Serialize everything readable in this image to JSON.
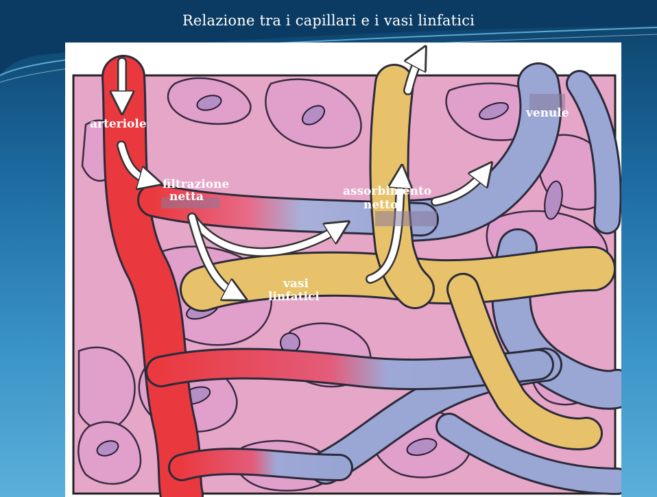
{
  "slide": {
    "title": "Relazione tra i capillari e i vasi linfatici"
  },
  "diagram": {
    "labels": {
      "arterioles": "arteriole",
      "filtration_line1": "filtrazione",
      "filtration_line2": "netta",
      "absorption_line1": "assorbimento",
      "absorption_line2": "netto",
      "venules": "venule",
      "lymphatics_line1": "vasi",
      "lymphatics_line2": "linfatici"
    },
    "colors": {
      "tissue": "#e6a6c8",
      "arterial": "#e8363c",
      "venous": "#9aa6d4",
      "lymphatic": "#e8c26a",
      "arrow": "#ffffff"
    }
  }
}
